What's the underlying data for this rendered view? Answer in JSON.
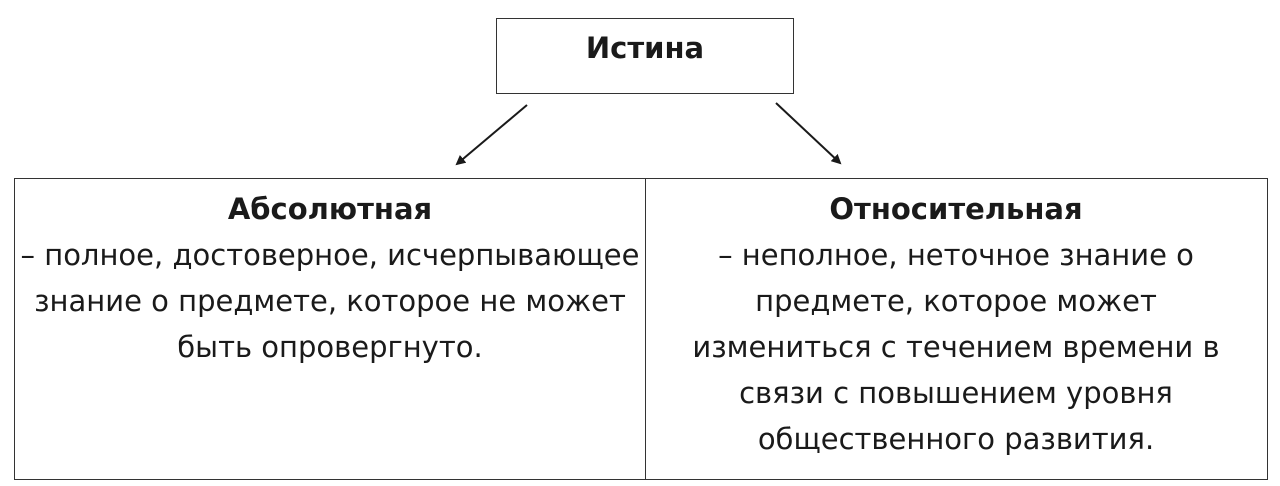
{
  "root": {
    "title": "Истина"
  },
  "branches": [
    {
      "title": "Абсолютная",
      "text": "– полное, достоверное, исчерпывающее знание о предмете, которое не может быть опровергнуто."
    },
    {
      "title": "Относительная",
      "text": "– неполное, неточное знание о предмете, которое может измениться с течением времени в связи с повышением уровня общественного развития."
    }
  ],
  "colors": {
    "border": "#333333",
    "text": "#1a1a1a",
    "background": "#ffffff"
  }
}
